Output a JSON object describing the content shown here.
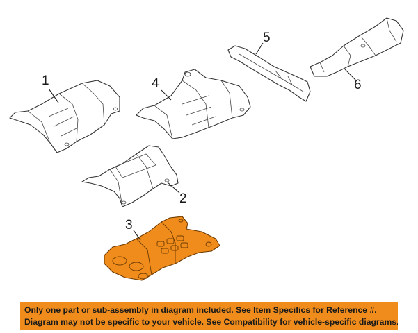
{
  "callouts": [
    {
      "label": "1"
    },
    {
      "label": "2"
    },
    {
      "label": "3"
    },
    {
      "label": "4"
    },
    {
      "label": "5"
    },
    {
      "label": "6"
    }
  ],
  "highlight_color": "#f08c1c",
  "banner": {
    "color": "#f08c1c",
    "line1": "Only one part or sub-assembly in diagram included. See Item Specifics for Reference #.",
    "line2": "Diagram may not be specific to your vehicle. See Compatibility for vehicle-specific diagrams."
  }
}
